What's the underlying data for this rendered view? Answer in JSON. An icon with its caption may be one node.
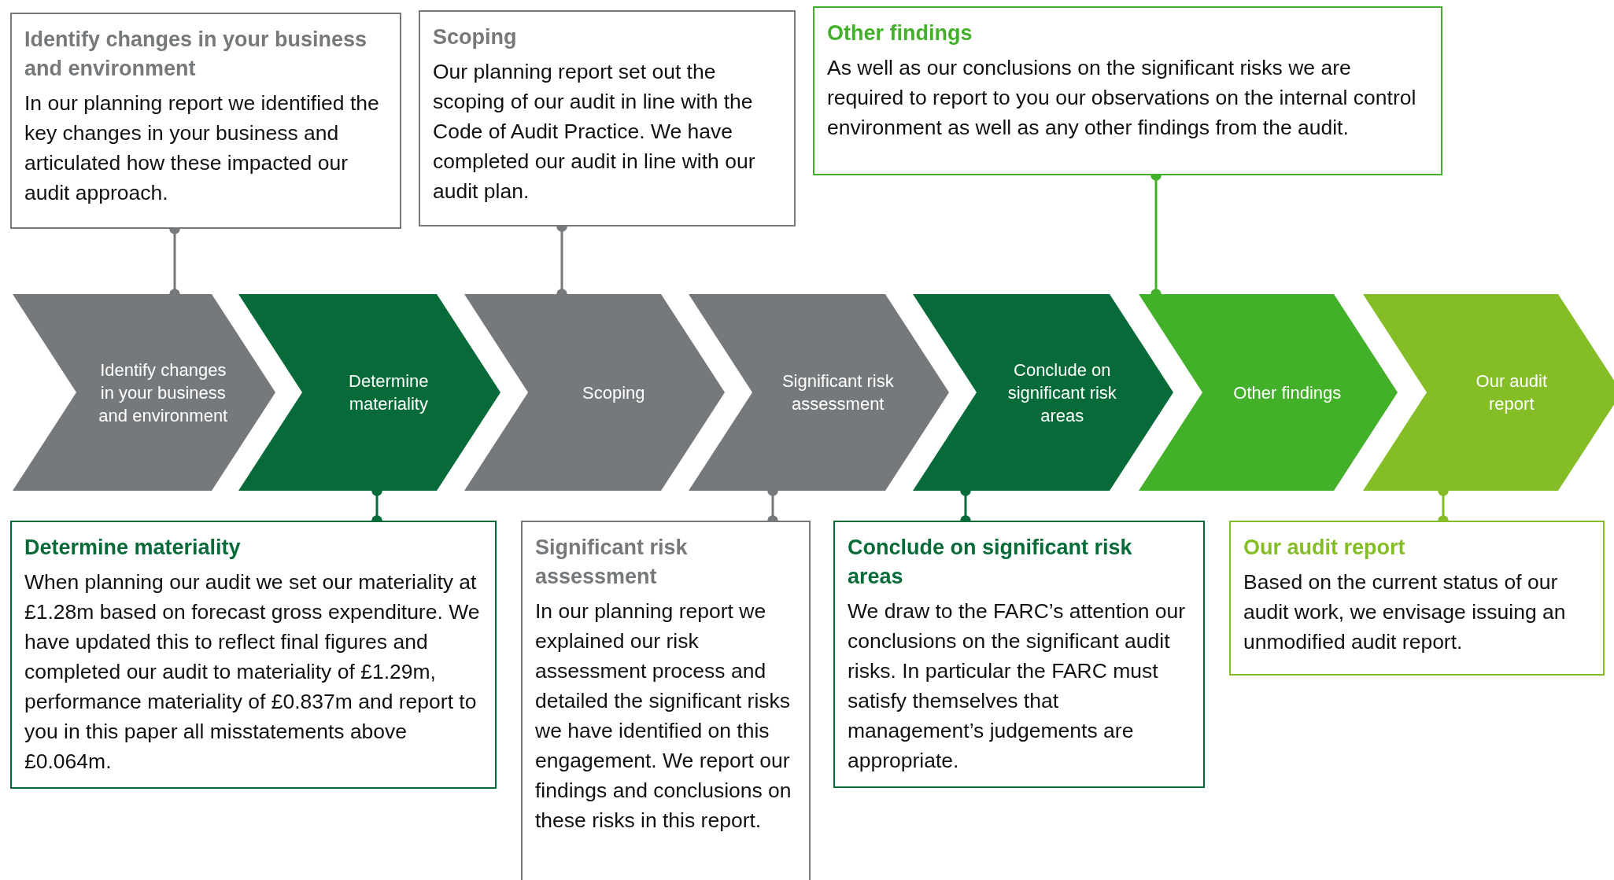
{
  "diagram": {
    "nodes": [
      {
        "text": [
          "Identify changes in your business and environment",
          "In our planning report we identified the key changes in your business and articulated how these impacted our audit approach."
        ]
      },
      {
        "text": [
          "Scoping",
          "Our planning report set out the scoping of our audit in line with the Code of Audit Practice. We have completed our audit in line with our audit plan."
        ]
      },
      {
        "text": [
          "Other findings",
          "As well as our conclusions on the significant risks we are required to report to you our observations on the internal control environment as well as any other findings from the audit."
        ]
      },
      {
        "text": [
          "Identify changes in your business and environment"
        ]
      },
      {
        "text": [
          "Determine materiality"
        ]
      },
      {
        "text": [
          "Scoping"
        ]
      },
      {
        "text": [
          "Significant risk assessment"
        ]
      },
      {
        "text": [
          "Conclude on significant risk areas"
        ]
      },
      {
        "text": [
          "Other findings"
        ]
      },
      {
        "text": [
          "Our audit report"
        ]
      },
      {
        "text": [
          "Determine materiality",
          "When planning our audit we set our materiality at £1.28m based on forecast gross expenditure. We have updated this to reflect final figures and completed our audit to materiality of £1.29m, performance materiality of £0.837m and report to you in this paper all misstatements above £0.064m."
        ]
      },
      {
        "text": [
          "Significant risk assessment",
          "In our planning report we explained our risk assessment process and detailed the significant risks we have identified on this engagement. We report our findings and conclusions on these risks in this report."
        ]
      },
      {
        "text": [
          "Conclude on significant risk areas",
          "We draw to the FARC’s attention our conclusions on the significant audit risks. In particular the FARC must satisfy themselves that management’s judgements are appropriate."
        ]
      },
      {
        "text": [
          "Our audit report",
          "Based on the current status of our audit work, we envisage issuing an unmodified audit report."
        ]
      }
    ],
    "edges": [
      {
        "from": 0,
        "to": 3,
        "arrow": "other"
      },
      {
        "from": 1,
        "to": 5,
        "arrow": "other"
      },
      {
        "from": 2,
        "to": 8,
        "arrow": "other",
        "color": "#43b02a"
      },
      {
        "from": 4,
        "to": 10,
        "arrow": "other",
        "color": "#066b38"
      },
      {
        "from": 6,
        "to": 11,
        "arrow": "other"
      },
      {
        "from": 7,
        "to": 12,
        "arrow": "other",
        "color": "#066b38"
      },
      {
        "from": 9,
        "to": 13,
        "arrow": "other",
        "color": "#84bd26"
      }
    ]
  }
}
